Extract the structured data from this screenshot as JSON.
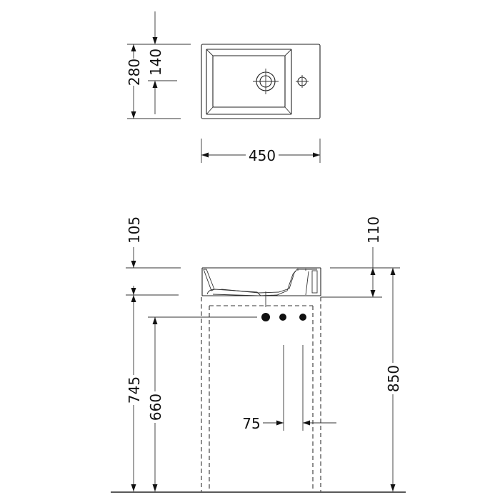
{
  "dimensions": {
    "top_view": {
      "depth": "280",
      "drain_offset": "140",
      "width": "450"
    },
    "front_view": {
      "bowl_depth": "105",
      "rim_height": "110",
      "total_height": "850",
      "bowl_bottom_height": "745",
      "connection_height": "660",
      "pipe_spacing": "75"
    }
  },
  "colors": {
    "line": "#222222",
    "background": "#ffffff"
  }
}
